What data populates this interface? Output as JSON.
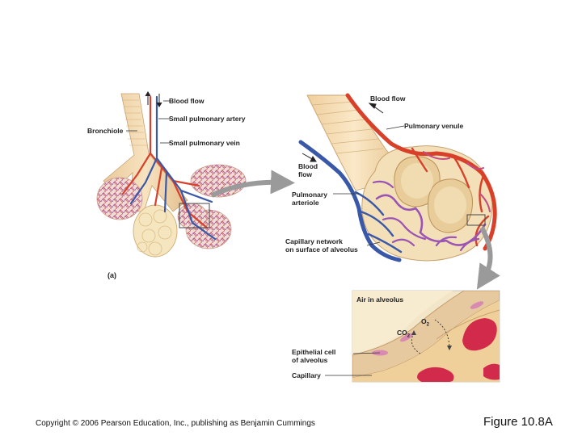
{
  "panel_a": {
    "letter": "(a)",
    "labels": {
      "blood_flow": "Blood flow",
      "small_pulmonary_artery": "Small pulmonary artery",
      "bronchiole": "Bronchiole",
      "small_pulmonary_vein": "Small pulmonary vein"
    }
  },
  "panel_b": {
    "labels": {
      "blood_flow_top": "Blood flow",
      "pulmonary_venule": "Pulmonary venule",
      "blood_flow_left": "Blood\nflow",
      "pulmonary_arteriole": "Pulmonary\narteriole",
      "capillary_network": "Capillary network\non surface of alveolus"
    }
  },
  "panel_c": {
    "labels": {
      "air_in_alveolus": "Air in alveolus",
      "o2": "O",
      "o2_sub": "2",
      "co2": "CO",
      "co2_sub": "2",
      "epithelial_cell": "Epithelial cell\nof alveolus",
      "capillary": "Capillary"
    }
  },
  "footer": {
    "copyright": "Copyright © 2006 Pearson Education, Inc., publishing as Benjamin Cummings",
    "figure_title": "Figure 10.8A"
  },
  "colors": {
    "artery": "#d8402a",
    "vein": "#3a58a8",
    "capillary": "#9a55b4",
    "alveolus_fill": "#f5e6c4",
    "tissue": "#eed9b0",
    "rbc": "#d12a4a",
    "panel_bg": "#f0e2c8"
  }
}
